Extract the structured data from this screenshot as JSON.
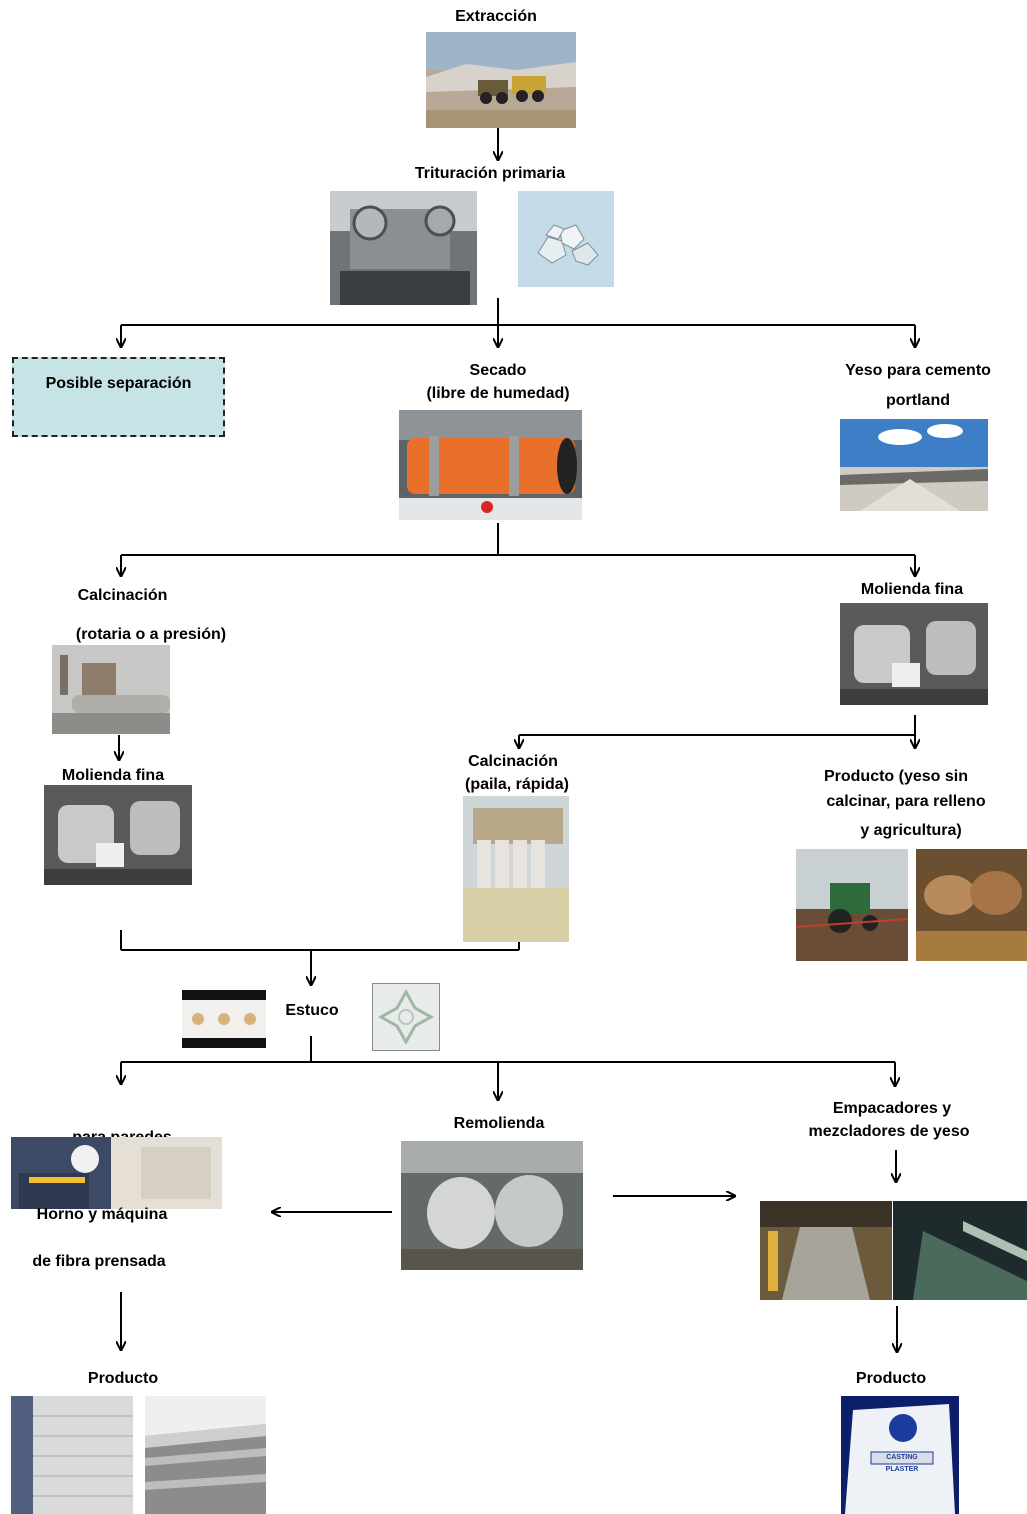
{
  "nodes": {
    "extraccion": "Extracción",
    "trituracion": "Trituración primaria",
    "separacion": "Posible separación",
    "secado_1": "Secado",
    "secado_2": "(libre de humedad)",
    "yeso_cemento_1": "Yeso para cemento",
    "yeso_cemento_2": "portland",
    "calcinacion_rot_1": "Calcinación",
    "calcinacion_rot_2": "(rotaria o a presión)",
    "molienda_fina_right": "Molienda fina",
    "molienda_fina_left": "Molienda fina",
    "calcinacion_paila_1": "Calcinación",
    "calcinacion_paila_2": "(paila, rápida)",
    "producto_sin_calcinar_1": "Producto (yeso sin",
    "producto_sin_calcinar_2": "calcinar, para relleno",
    "producto_sin_calcinar_3": "y agricultura)",
    "estuco": "Estuco",
    "paredes_partial": "para paredes",
    "horno_1": "Horno y máquina",
    "horno_2": "de fibra prensada",
    "remolienda": "Remolienda",
    "empacadores_1": "Empacadores y",
    "empacadores_2": "mezcladores de yeso",
    "producto_left": "Producto",
    "producto_right": "Producto",
    "bag_text": "CASTING PLASTER"
  },
  "colors": {
    "separation_fill": "#c6e3e6",
    "dryer_orange": "#e8702a"
  }
}
